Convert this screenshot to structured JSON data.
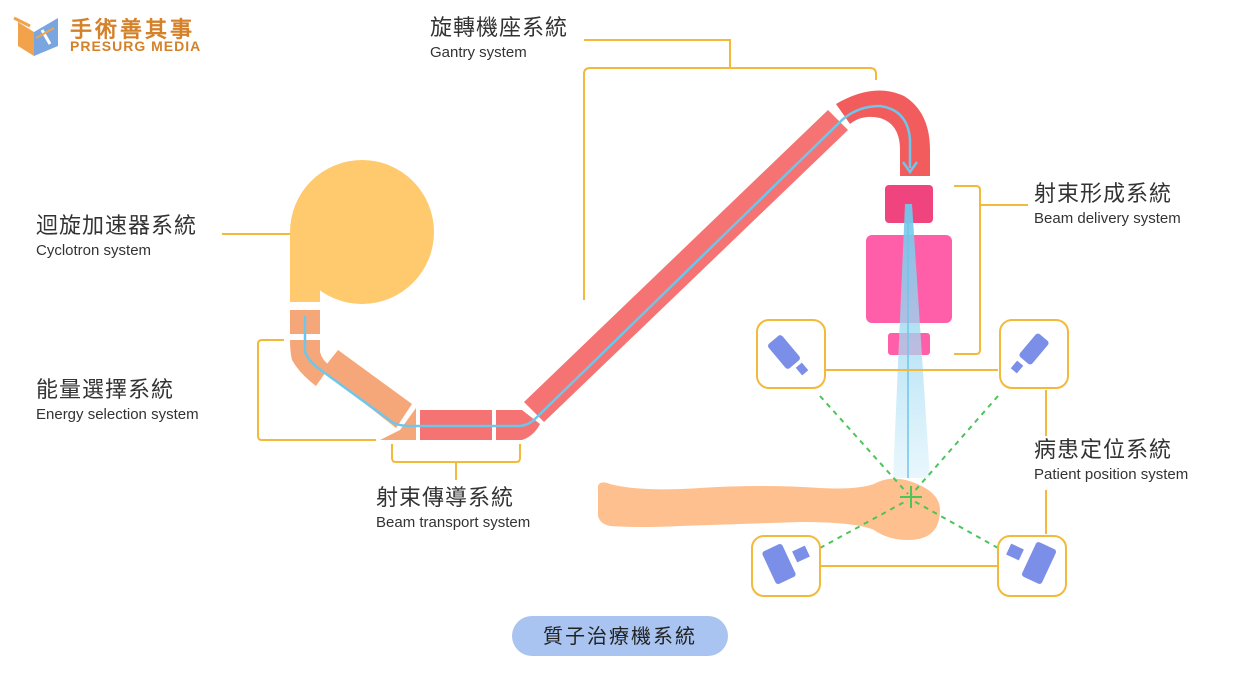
{
  "brand": {
    "name_zh": "手術善其事",
    "name_en": "PRESURG MEDIA"
  },
  "labels": {
    "gantry": {
      "zh": "旋轉機座系統",
      "en": "Gantry system"
    },
    "cyclotron": {
      "zh": "迴旋加速器系統",
      "en": "Cyclotron system"
    },
    "energy": {
      "zh": "能量選擇系統",
      "en": "Energy selection system"
    },
    "transport": {
      "zh": "射束傳導系統",
      "en": "Beam transport system"
    },
    "delivery": {
      "zh": "射束形成系統",
      "en": "Beam delivery system"
    },
    "patient": {
      "zh": "病患定位系統",
      "en": "Patient position system"
    }
  },
  "caption": "質子治療機系統",
  "colors": {
    "cyclotron": "#ffc96e",
    "energy": "#f6a77a",
    "beamline": "#f57373",
    "gantry_arc": "#f25c5c",
    "nozzle_dark": "#f0447e",
    "nozzle": "#ff5fa8",
    "beam": "#6ec6ea",
    "bracket": "#f2b93b",
    "imager": "#7b8ee8",
    "patient": "#ffc08f",
    "laser": "#4cc45a",
    "caption_bg": "#a9c4f0"
  }
}
